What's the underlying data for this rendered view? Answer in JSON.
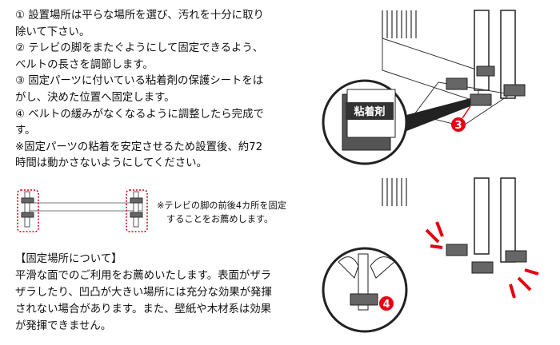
{
  "steps": [
    "① 設置場所は平らな場所を選び、汚れを十分に取り",
    "除いて下さい。",
    "② テレビの脚をまたぐようにして固定できるよう、",
    "ベルトの長さを調節します。",
    "③ 固定パーツに付いている粘着剤の保護シートをは",
    "がし、決めた位置へ固定します。",
    "④ ベルトの緩みがなくなるように調整したら完成で",
    "す。",
    "※固定パーツの粘着を安定させるため設置後、約72",
    "時間は動かさないようにしてください。"
  ],
  "diagram_note": [
    "※テレビの脚の前後4カ所を固定",
    "することをお薦めします。"
  ],
  "placement": {
    "heading": "【固定場所について】",
    "lines": [
      "平滑な面でのご利用をお薦めいたします。表面がザラ",
      "ザラしたり、凹凸が大きい場所には充分な効果が発揮",
      "されない場合があります。また、壁紙や木材系は効果",
      "が発揮できません。"
    ]
  },
  "illustrations": {
    "adhesive_label": "粘着剤",
    "step3_badge": "3",
    "step4_badge": "4"
  },
  "colors": {
    "accent_red": "#e60012",
    "part_gray": "#555555"
  }
}
